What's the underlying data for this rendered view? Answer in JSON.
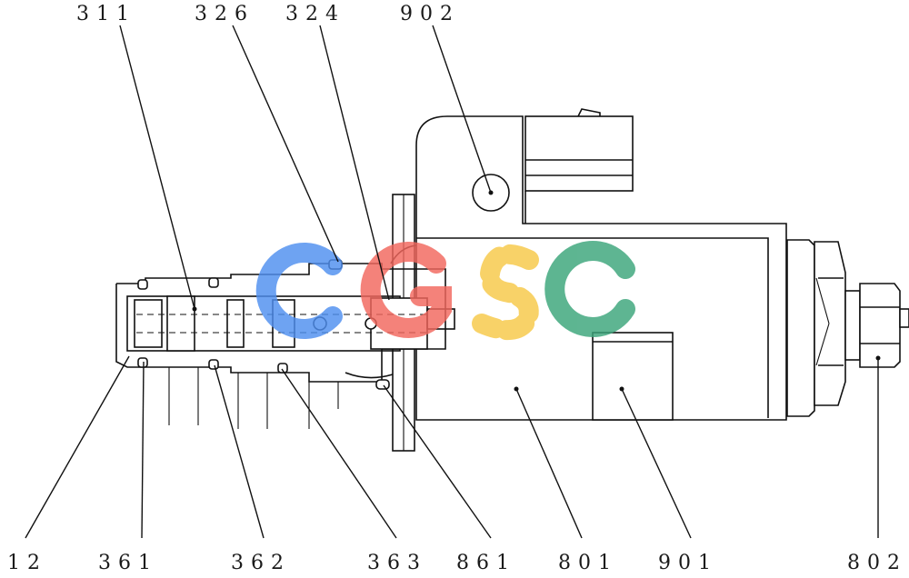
{
  "diagram": {
    "watermark": {
      "letters": [
        "C",
        "G",
        "S",
        "C"
      ],
      "colors": [
        "#4f8ff0",
        "#f2675d",
        "#f7c948",
        "#3aa57a"
      ]
    },
    "labels": {
      "p311": "311",
      "p326": "326",
      "p324": "324",
      "p902": "902",
      "p12": "12",
      "p361": "361",
      "p362": "362",
      "p363": "363",
      "p861": "861",
      "p801": "801",
      "p901": "901",
      "p802": "802"
    }
  }
}
